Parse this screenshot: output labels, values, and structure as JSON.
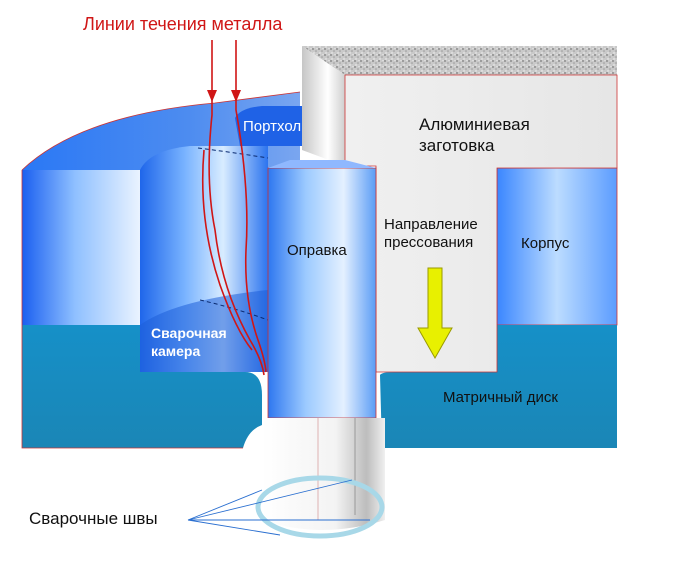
{
  "diagram": {
    "title": "Линии течения металла",
    "labels": {
      "porthole": "Портхол",
      "billet_line1": "Алюминиевая",
      "billet_line2": "заготовка",
      "direction_line1": "Направление",
      "direction_line2": "прессования",
      "mandrel": "Оправка",
      "housing": "Корпус",
      "chamber_line1": "Сварочная",
      "chamber_line2": "камера",
      "die_disc": "Матричный диск",
      "weld_seams": "Сварочные швы"
    },
    "colors": {
      "flow_lines": "#d01616",
      "blue_light": "#5aa9ff",
      "blue_dark": "#1a64ee",
      "teal": "#1a8fc4",
      "arrow": "#e8f000",
      "weld_ring": "#a8d8e8"
    }
  }
}
